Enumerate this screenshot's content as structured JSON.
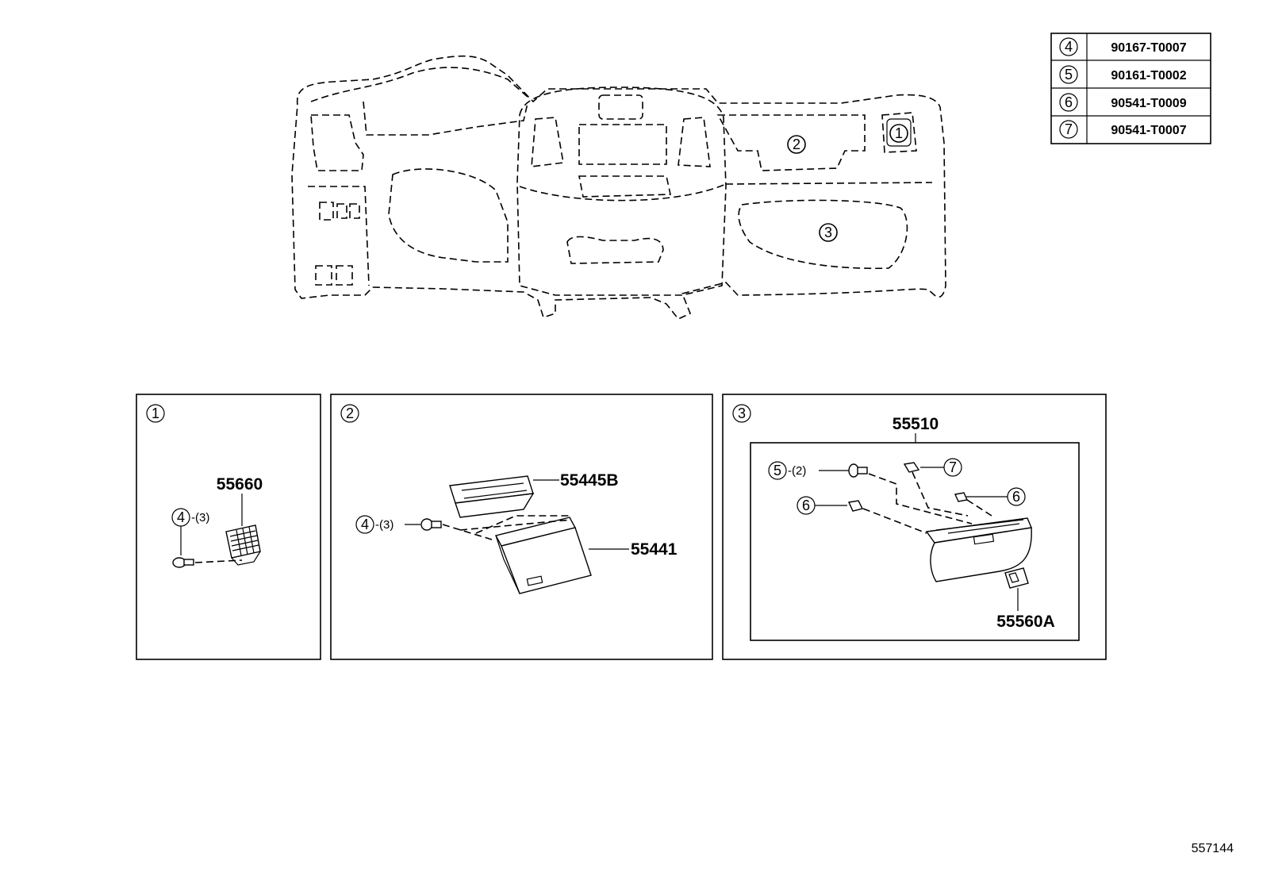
{
  "reference_table": [
    {
      "callout": "4",
      "part_number": "90167-T0007"
    },
    {
      "callout": "5",
      "part_number": "90161-T0002"
    },
    {
      "callout": "6",
      "part_number": "90541-T0009"
    },
    {
      "callout": "7",
      "part_number": "90541-T0007"
    }
  ],
  "overview": {
    "callouts": [
      "1",
      "2",
      "3"
    ]
  },
  "panel1": {
    "label": "1",
    "part_55660": "55660",
    "fastener_callout": "4",
    "fastener_qty": "-(3)"
  },
  "panel2": {
    "label": "2",
    "part_55445B": "55445B",
    "part_55441": "55441",
    "fastener_callout": "4",
    "fastener_qty": "-(3)"
  },
  "panel3": {
    "label": "3",
    "part_55510": "55510",
    "part_55560A": "55560A",
    "callout_5": "5",
    "callout_5_qty": "-(2)",
    "callout_7": "7",
    "callout_6a": "6",
    "callout_6b": "6"
  },
  "diagram_id": "557144"
}
